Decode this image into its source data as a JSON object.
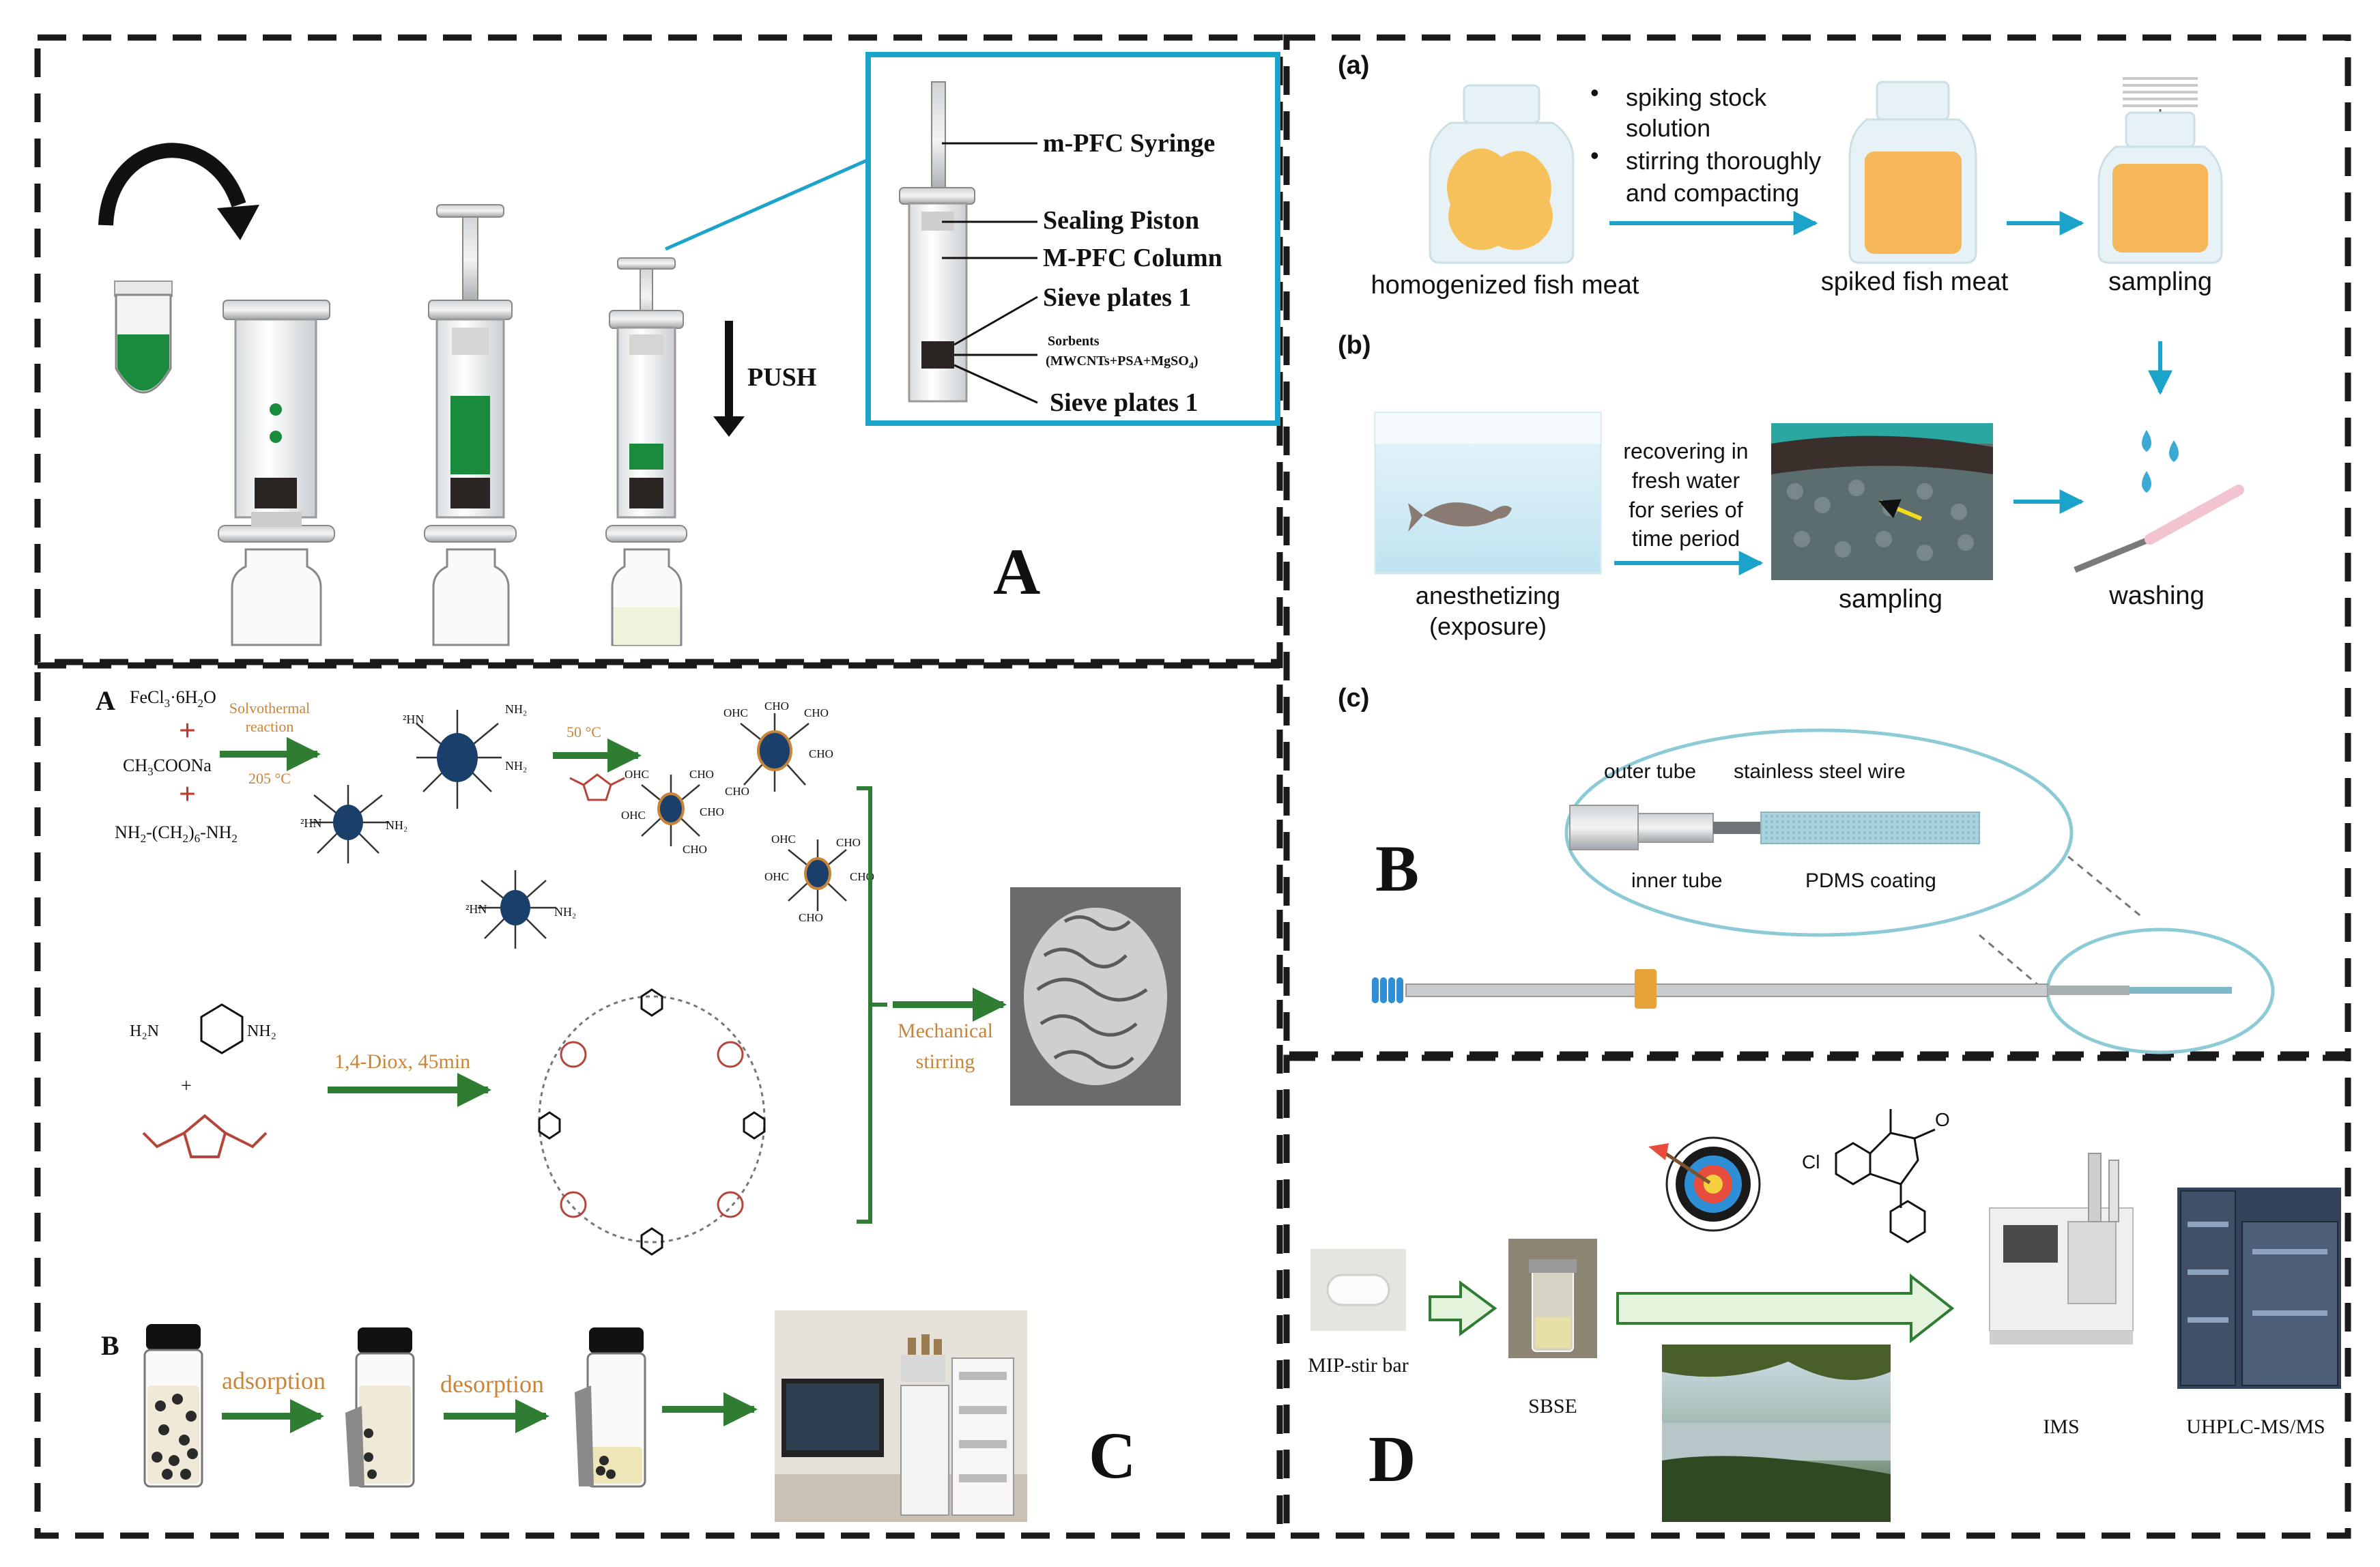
{
  "panel_labels": {
    "A": "A",
    "B": "B",
    "C": "C",
    "D": "D"
  },
  "panel_A": {
    "callouts": [
      "m-PFC Syringe",
      "Sealing Piston",
      "M-PFC Column",
      "Sieve plates 1",
      "Sorbents",
      "(MWCNTs+PSA+MgSO",
      "4",
      ")",
      "Sieve plates 1"
    ],
    "push_label": "PUSH"
  },
  "panel_B": {
    "sub_a": "(a)",
    "sub_b": "(b)",
    "sub_c": "(c)",
    "bullets": [
      "spiking stock",
      "solution",
      "stirring thoroughly",
      "and compacting"
    ],
    "labels_a": [
      "homogenized fish meat",
      "spiked fish meat",
      "sampling"
    ],
    "recovering": [
      "recovering in",
      "fresh water",
      "for  series of",
      "time period"
    ],
    "labels_b": [
      "anesthetizing",
      "(exposure)",
      "sampling",
      "washing"
    ],
    "fiber_labels": [
      "outer tube",
      "stainless steel wire",
      "inner tube",
      "PDMS coating"
    ]
  },
  "panel_C": {
    "sub_A": "A",
    "sub_B": "B",
    "reagents": [
      "FeCl",
      "3",
      "·6H",
      "2",
      "O",
      "CH",
      "3",
      "COONa",
      "NH",
      "2",
      "-(CH",
      "2",
      ")",
      "6",
      "-NH",
      "2"
    ],
    "plus": "+",
    "solvothermal": [
      "Solvothermal",
      "reaction",
      "205 °C"
    ],
    "temp50": "50 °C",
    "diox": "1,4-Diox, 45min",
    "mechanical": [
      "Mechanical",
      "stirring"
    ],
    "h2n": "H",
    "nh2": "NH",
    "steps": [
      "adsorption",
      "desorption"
    ]
  },
  "panel_D": {
    "labels": [
      "MIP-stir bar",
      "SBSE",
      "IMS",
      "UHPLC-MS/MS"
    ],
    "cl": "Cl"
  },
  "colors": {
    "teal": "#1ba3c9",
    "green": "#2e7d32",
    "vial_green": "#1a8a3c",
    "orange": "#c8853a",
    "dark": "#1a1a1a"
  }
}
